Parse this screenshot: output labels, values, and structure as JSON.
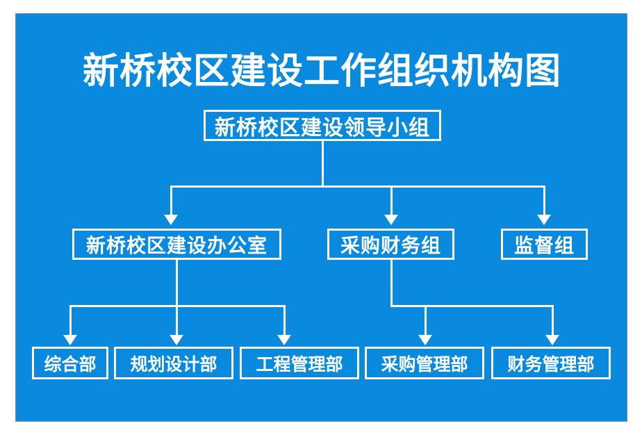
{
  "page": {
    "title": "新桥校区建设工作组织机构图",
    "background_color": "#0a8ade",
    "line_color": "#ffffff",
    "text_color": "#ffffff"
  },
  "chart_data": {
    "type": "diagram",
    "subtype": "organization-chart",
    "title": "新桥校区建设工作组织机构图",
    "orientation": "top-down",
    "levels": [
      {
        "level": 1,
        "nodes": [
          {
            "id": "leadgroup",
            "label": "新桥校区建设领导小组"
          }
        ]
      },
      {
        "level": 2,
        "nodes": [
          {
            "id": "office",
            "label": "新桥校区建设办公室",
            "parent": "leadgroup"
          },
          {
            "id": "procfin",
            "label": "采购财务组",
            "parent": "leadgroup"
          },
          {
            "id": "supervise",
            "label": "监督组",
            "parent": "leadgroup"
          }
        ]
      },
      {
        "level": 3,
        "nodes": [
          {
            "id": "general",
            "label": "综合部",
            "parent": "office"
          },
          {
            "id": "planning",
            "label": "规划设计部",
            "parent": "office"
          },
          {
            "id": "engineering",
            "label": "工程管理部",
            "parent": "office"
          },
          {
            "id": "procurement",
            "label": "采购管理部",
            "parent": "procfin"
          },
          {
            "id": "finance",
            "label": "财务管理部",
            "parent": "procfin"
          }
        ]
      }
    ],
    "edges": [
      {
        "from": "leadgroup",
        "to": "office"
      },
      {
        "from": "leadgroup",
        "to": "procfin"
      },
      {
        "from": "leadgroup",
        "to": "supervise"
      },
      {
        "from": "office",
        "to": "general"
      },
      {
        "from": "office",
        "to": "planning"
      },
      {
        "from": "office",
        "to": "engineering"
      },
      {
        "from": "procfin",
        "to": "procurement"
      },
      {
        "from": "procfin",
        "to": "finance"
      }
    ]
  },
  "nodes": {
    "leadgroup": "新桥校区建设领导小组",
    "office": "新桥校区建设办公室",
    "procfin": "采购财务组",
    "supervise": "监督组",
    "general": "综合部",
    "planning": "规划设计部",
    "engineering": "工程管理部",
    "procurement": "采购管理部",
    "finance": "财务管理部"
  }
}
